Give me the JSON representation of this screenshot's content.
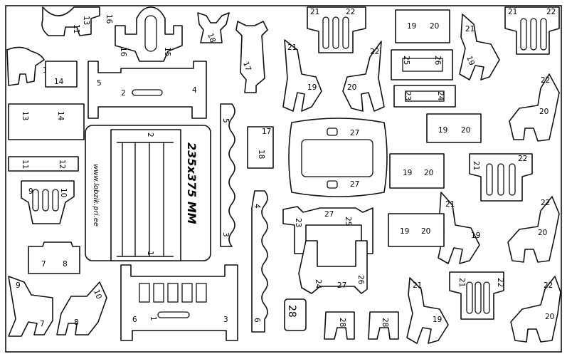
{
  "sheet": {
    "size_label": "235x375 MM",
    "website": "www.lobzik.pri.ee"
  },
  "part_numbers": {
    "p1": "1",
    "p2": "2",
    "p3": "3",
    "p4": "4",
    "p5": "5",
    "p6": "6",
    "p7": "7",
    "p8": "8",
    "p9": "9",
    "p10": "10",
    "p11": "11",
    "p12": "12",
    "p13": "13",
    "p14": "14",
    "p15": "15",
    "p16": "16",
    "p17": "17",
    "p18": "18",
    "p19": "19",
    "p20": "20",
    "p21": "21",
    "p22": "22",
    "p23": "23",
    "p24": "24",
    "p25": "25",
    "p26": "26",
    "p27": "27",
    "p28": "28"
  }
}
